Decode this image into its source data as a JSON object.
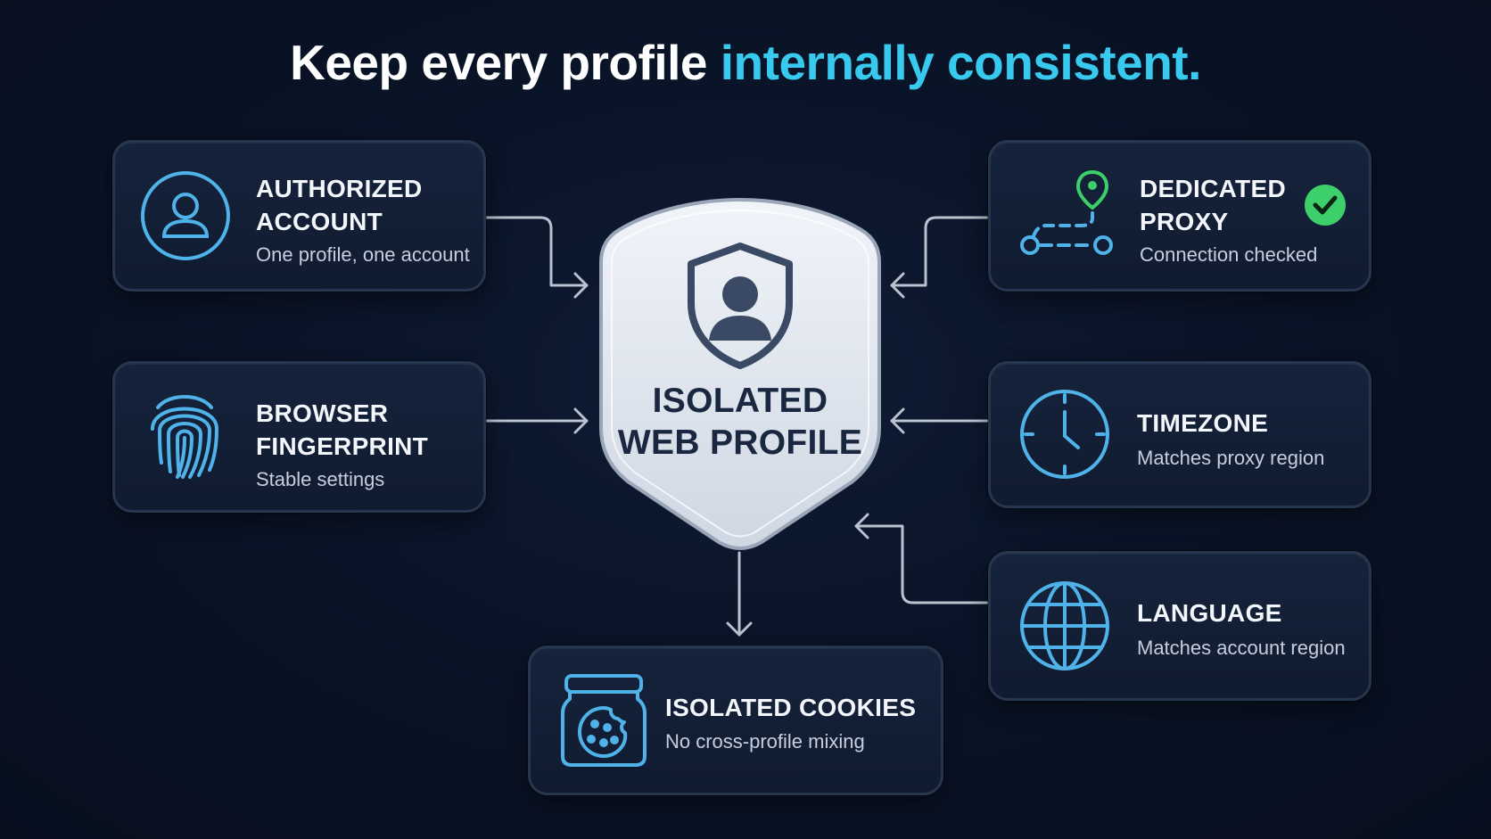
{
  "title": {
    "lead": "Keep every profile ",
    "accent": "internally consistent."
  },
  "center": {
    "line1": "ISOLATED",
    "line2": "WEB PROFILE",
    "icon": "shield-user-icon"
  },
  "cards": {
    "account": {
      "line1": "AUTHORIZED",
      "line2": "ACCOUNT",
      "sub": "One profile, one account",
      "icon": "user-icon"
    },
    "fingerprint": {
      "line1": "BROWSER",
      "line2": "FINGERPRINT",
      "sub": "Stable settings",
      "icon": "fingerprint-icon"
    },
    "proxy": {
      "line1": "DEDICATED",
      "line2": "PROXY",
      "sub": "Connection checked",
      "icon": "route-pin-icon",
      "status_icon": "check-circle-icon"
    },
    "timezone": {
      "line1": "TIMEZONE",
      "sub": "Matches proxy region",
      "icon": "clock-icon"
    },
    "language": {
      "line1": "LANGUAGE",
      "sub": "Matches account region",
      "icon": "globe-icon"
    },
    "cookies": {
      "line1": "ISOLATED COOKIES",
      "sub": "No cross-profile mixing",
      "icon": "cookie-jar-icon"
    }
  },
  "colors": {
    "background": "#0a1428",
    "accent": "#38c9ee",
    "icon_blue": "#4fb3ea",
    "success_green": "#3ccf6a",
    "card_border": "#27364f",
    "shield_text": "#1a2740"
  }
}
